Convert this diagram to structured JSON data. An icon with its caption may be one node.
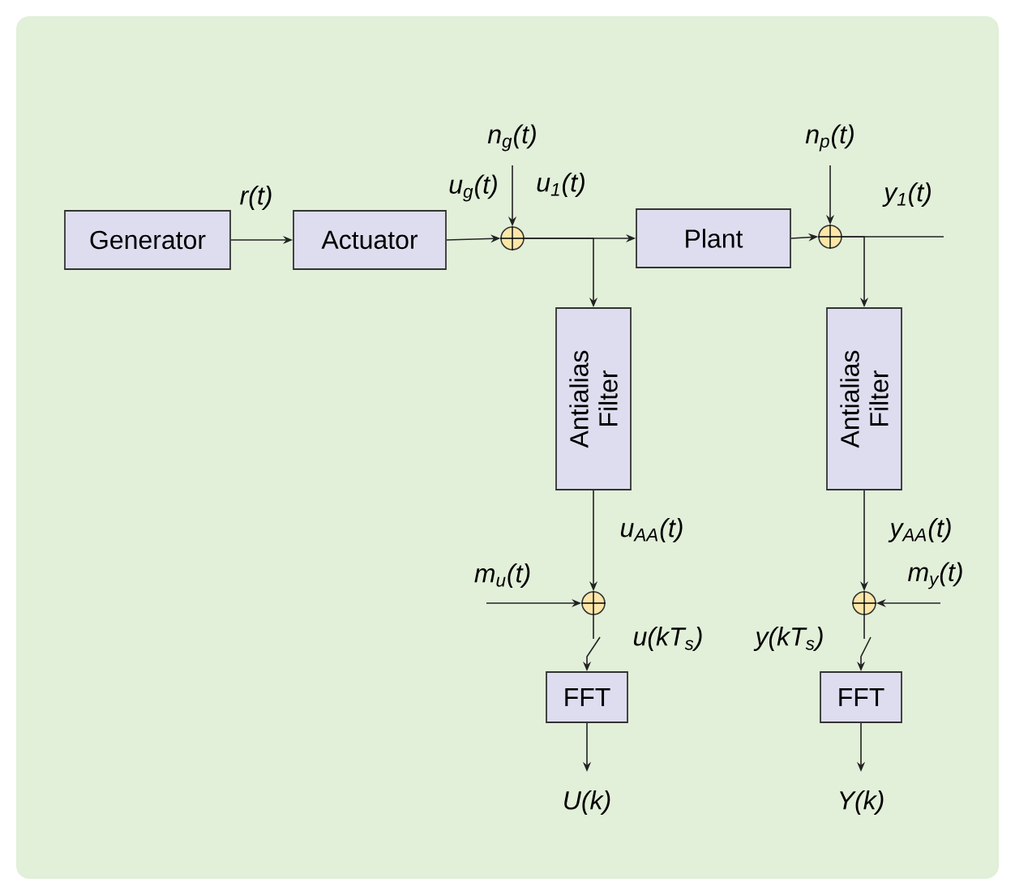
{
  "diagram": {
    "nodes": [
      {
        "text": [
          "Generator"
        ]
      },
      {
        "text": [
          "Actuator"
        ]
      },
      {
        "text": [],
        "shape": "circle"
      },
      {
        "text": [
          "Plant"
        ]
      },
      {
        "text": [],
        "shape": "circle"
      },
      {
        "text": [
          "Antialias Filter"
        ]
      },
      {
        "text": [
          "Antialias Filter"
        ]
      },
      {
        "text": [],
        "shape": "circle"
      },
      {
        "text": [],
        "shape": "circle"
      },
      {
        "text": [
          "FFT"
        ]
      },
      {
        "text": [
          "FFT"
        ]
      }
    ],
    "edges": [
      {
        "from": 0,
        "to": 1,
        "arrow": "to",
        "label": "r(t)"
      },
      {
        "from": 1,
        "to": 2,
        "arrow": "to",
        "label": "u$_{g}$(t)"
      },
      {
        "from": null,
        "to": 2,
        "arrow": "to",
        "label": "n$_{g}$(t)"
      },
      {
        "from": 2,
        "to": 3,
        "arrow": "to",
        "label": "u$_{1}$(t)"
      },
      {
        "from": 2,
        "to": 5,
        "arrow": "to"
      },
      {
        "from": 3,
        "to": 4,
        "arrow": "to"
      },
      {
        "from": null,
        "to": 4,
        "arrow": "to",
        "label": "n$_{p}$(t)"
      },
      {
        "from": 4,
        "to": null,
        "arrow": "none",
        "label": "y$_{1}$(t)"
      },
      {
        "from": 4,
        "to": 6,
        "arrow": "to"
      },
      {
        "from": 5,
        "to": 7,
        "arrow": "to",
        "label": "u$_{AA}$(t)"
      },
      {
        "from": null,
        "to": 7,
        "arrow": "to",
        "label": "m$_{u}$(t)"
      },
      {
        "from": 7,
        "to": 9,
        "arrow": "to",
        "label": "u(kT$_{s}$)"
      },
      {
        "from": 9,
        "to": null,
        "arrow": "to",
        "label": "U(k)"
      },
      {
        "from": 6,
        "to": 8,
        "arrow": "to",
        "label": "y$_{AA}$(t)"
      },
      {
        "from": null,
        "to": 8,
        "arrow": "to",
        "label": "m$_{y}$(t)"
      },
      {
        "from": 8,
        "to": 10,
        "arrow": "to",
        "label": "y(kT$_{s}$)"
      },
      {
        "from": 10,
        "to": null,
        "arrow": "to",
        "label": "Y(k)"
      }
    ]
  }
}
